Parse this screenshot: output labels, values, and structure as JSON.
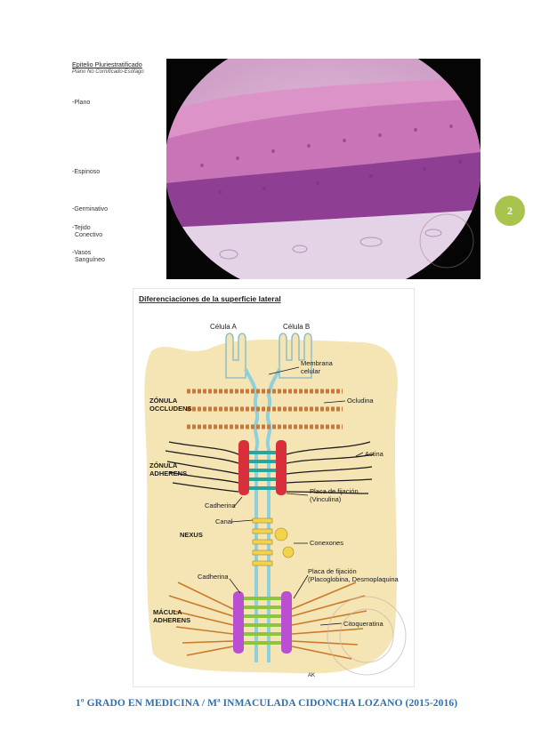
{
  "histology": {
    "title": "Epitelio Pluriestratificado",
    "subtitle": "Plano No Cornificado-Esófago",
    "labels": [
      {
        "key": "plano",
        "text": "-Plano"
      },
      {
        "key": "espinoso",
        "text": "-Espinoso"
      },
      {
        "key": "germinativo",
        "text": "-Germinativo"
      },
      {
        "key": "tejido1",
        "text": "-Tejido"
      },
      {
        "key": "tejido2",
        "text": "Conectivo"
      },
      {
        "key": "vasos1",
        "text": "-Vasos"
      },
      {
        "key": "vasos2",
        "text": "Sanguíneo"
      }
    ]
  },
  "page_number": "2",
  "diagram": {
    "title": "Diferenciaciones de la superficie lateral",
    "cell_a": "Célula A",
    "cell_b": "Célula B",
    "left_labels": {
      "zonula_occludens_1": "ZÓNULA",
      "zonula_occludens_2": "OCCLUDENS",
      "zonula_adherens_1": "ZÓNULA",
      "zonula_adherens_2": "ADHERENS",
      "nexus": "NEXUS",
      "macula_adherens_1": "MÁCULA",
      "macula_adherens_2": "ADHERENS"
    },
    "callouts": {
      "membrana_1": "Membrana",
      "membrana_2": "celular",
      "ocludina": "Ocludina",
      "actina": "Actina",
      "placa1_1": "Placa de fijación",
      "placa1_2": "(Vinculina)",
      "cadherina_1": "Cadherina",
      "canal": "Canal",
      "conexones": "Conexones",
      "cadherina_2": "Cadherina",
      "placa2_1": "Placa de fijación",
      "placa2_2": "(Placoglobina, Desmoplaquina",
      "citoqueratina": "Citoqueratina"
    },
    "signature": "AK",
    "colors": {
      "cell_bg": "#f5e4b4",
      "membrane": "#8fd0df",
      "occludin": "#c8793a",
      "adherens_plaque": "#d92f3a",
      "nexus": "#f2d34a",
      "desmosome_plaque": "#b94fd1",
      "green_links": "#8cc63f"
    }
  },
  "footer": "1º GRADO EN MEDICINA / Mª INMACULADA CIDONCHA LOZANO (2015-2016)"
}
